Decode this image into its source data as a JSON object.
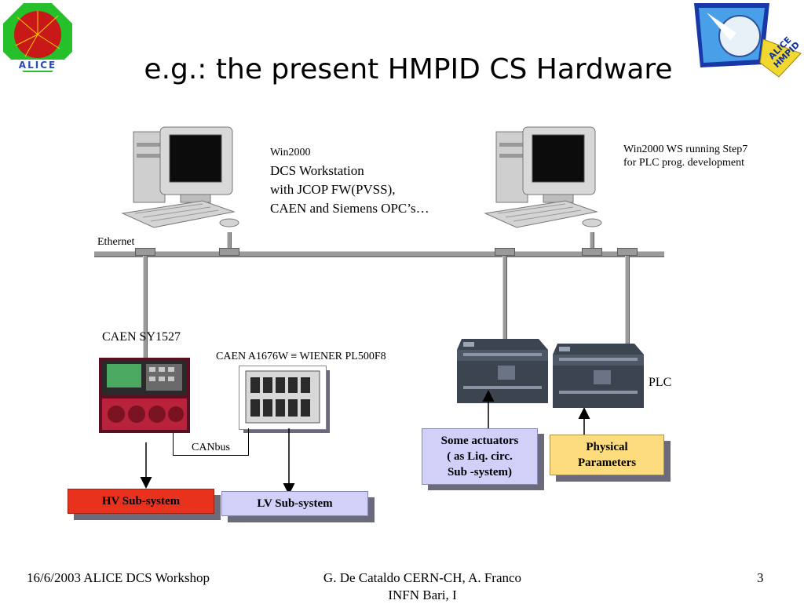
{
  "slide": {
    "title": "e.g.: the present HMPID CS Hardware"
  },
  "logos": {
    "left_text": "ALICE",
    "right_text": "ALICE HMPID"
  },
  "labels": {
    "ws1_os": "Win2000",
    "ws1_line1": "DCS Workstation",
    "ws1_line2": "with JCOP FW(PVSS),",
    "ws1_line3": "CAEN and Siemens OPC’s…",
    "ws2_line1": "Win2000 WS  running Step7",
    "ws2_line2": "for PLC prog. development",
    "ethernet": "Ethernet",
    "caen_sy": "CAEN SY1527",
    "caen_a": "CAEN A1676W ≡ WIENER PL500F8",
    "plc": "PLC",
    "canbus": "CANbus"
  },
  "boxes": {
    "hv": "HV Sub-system",
    "lv": "LV Sub-system",
    "actuators_1": "Some actuators",
    "actuators_2": "( as Liq. circ.",
    "actuators_3": "Sub -system)",
    "physical_1": "Physical",
    "physical_2": "Parameters"
  },
  "footer": {
    "left": "16/6/2003 ALICE DCS Workshop",
    "center_1": "G. De Cataldo CERN-CH, A. Franco",
    "center_2": "INFN Bari, I",
    "page": "3"
  },
  "colors": {
    "hv_box": "#e8321e",
    "lv_box": "#d0d0f8",
    "actuators_box": "#d0d0f8",
    "physical_box": "#fcdc7c",
    "bus": "#9a9a9a"
  }
}
